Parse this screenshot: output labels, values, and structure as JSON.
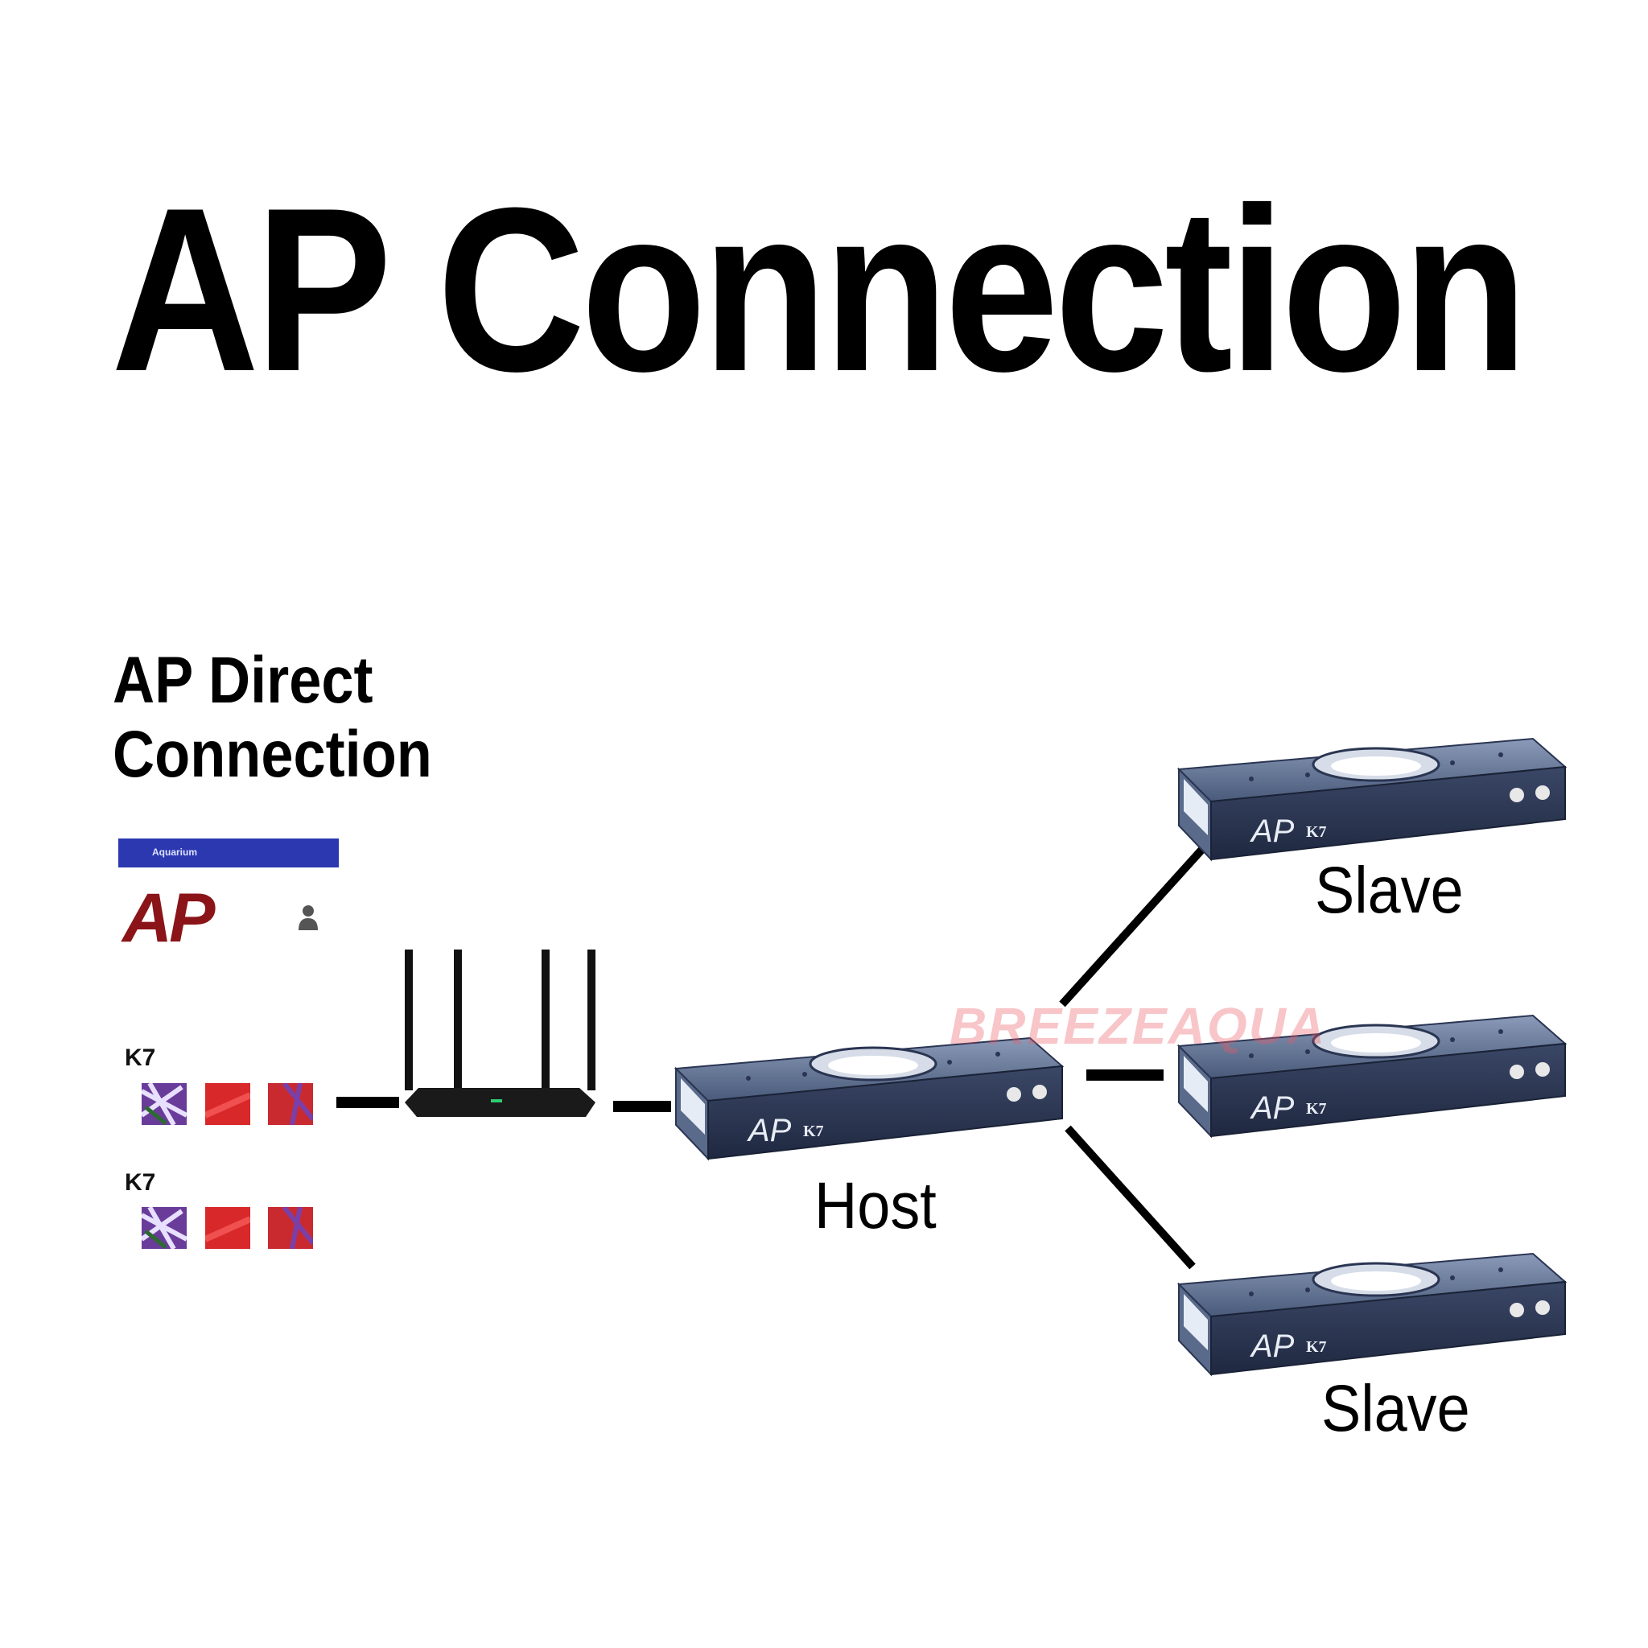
{
  "title": "AP Connection",
  "subtitle_line1": "AP Direct",
  "subtitle_line2": "Connection",
  "app": {
    "header_text": "Aquarium",
    "logo": "AP",
    "k7_label_1": "K7",
    "k7_label_2": "K7"
  },
  "devices": {
    "host_label": "Host",
    "slave_label_top": "Slave",
    "slave_label_bottom": "Slave",
    "device_brand": "AP",
    "device_model": "K7"
  },
  "watermark": "BREEZEAQUA",
  "colors": {
    "device_body": "#4a5a7a",
    "device_front": "#2a3552",
    "app_header": "#2b38b0",
    "logo_red": "#8a1418"
  }
}
